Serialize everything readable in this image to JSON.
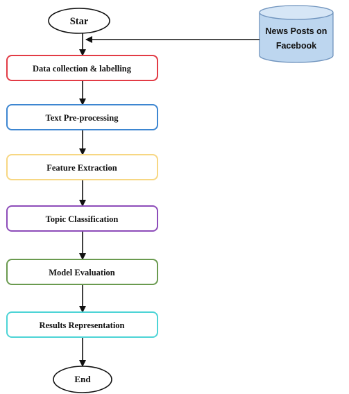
{
  "start_label": "Star",
  "end_label": "End",
  "source": {
    "line1": "News Posts on",
    "line2": "Facebook"
  },
  "steps": [
    {
      "label": "Data collection & labelling",
      "color": "#e23b45"
    },
    {
      "label": "Text Pre-processing",
      "color": "#3d86d1"
    },
    {
      "label": "Feature Extraction",
      "color": "#f7d783"
    },
    {
      "label": "Topic Classification",
      "color": "#8d4cb9"
    },
    {
      "label": "Model Evaluation",
      "color": "#6a9a4f"
    },
    {
      "label": "Results Representation",
      "color": "#4dd4d6"
    }
  ],
  "colors": {
    "stroke": "#111111",
    "db_fill": "#bdd6ef",
    "db_stroke": "#6f93bd"
  }
}
